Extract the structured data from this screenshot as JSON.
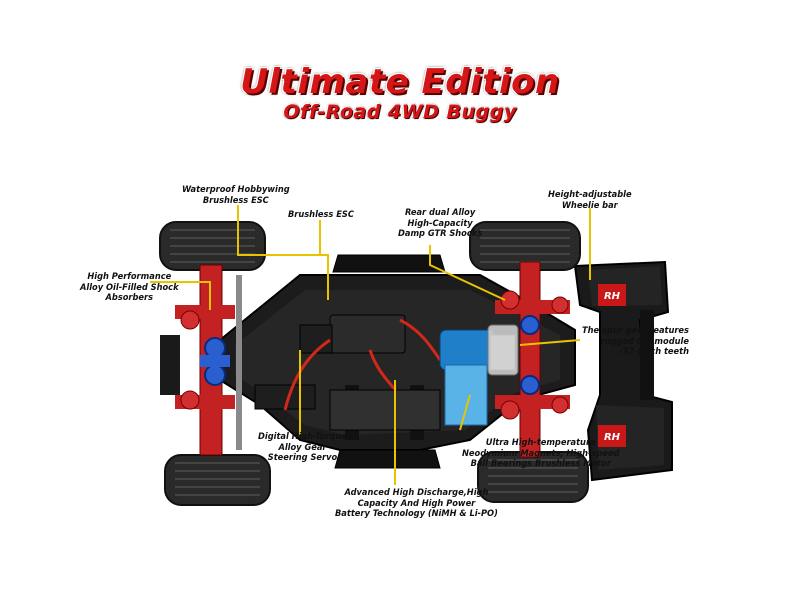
{
  "header": {
    "title": "Ultimate Edition",
    "subtitle": "Off-Road 4WD Buggy"
  },
  "callouts": {
    "esc_waterproof": [
      "Waterproof Hobbywing",
      "Brushless ESC"
    ],
    "esc_brushless": [
      "Brushless ESC"
    ],
    "rear_shocks": [
      "Rear dual Alloy",
      "High-Capacity",
      "Damp GTR Shocks"
    ],
    "wheelie_bar": [
      "Height-adjustable",
      "Wheelie bar"
    ],
    "front_shocks": [
      "High Performance",
      "Alloy Oil-Filled Shock",
      "Absorbers"
    ],
    "spur_gear": [
      "The spur gear features",
      "rugged 0.8 module",
      "/32-pitch teeth"
    ],
    "servo": [
      "Digital High-Torque",
      "Alloy Gear",
      "Steering Servo"
    ],
    "motor": [
      "Ultra High-temperature",
      "Neodymium Magnets, High-speed",
      "Ball Bearings Brushless Motor"
    ],
    "battery": [
      "Advanced High Discharge,High",
      "Capacity And High Power",
      "Battery Technology (NiMH & Li-PO)"
    ]
  },
  "branding": {
    "wing_logo": "RH",
    "colors": {
      "accent_red": "#d61616",
      "callout_line": "#e8c400",
      "chassis": "#1c1c1c",
      "motor_blue": "#1f7fc8"
    }
  }
}
